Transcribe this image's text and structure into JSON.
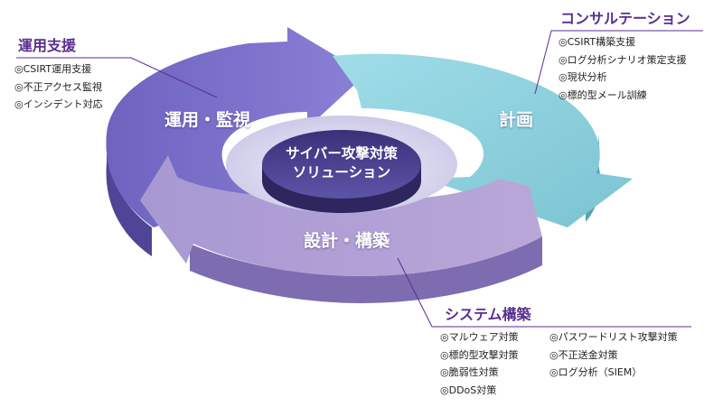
{
  "center": {
    "line1": "サイバー攻撃対策",
    "line2": "ソリューション"
  },
  "phases": {
    "operation": "運用・監視",
    "planning": "計画",
    "design": "設計・構築"
  },
  "groups": {
    "operation_support": {
      "title": "運用支援",
      "items": [
        "◎CSIRT運用支援",
        "◎不正アクセス監視",
        "◎インシデント対応"
      ]
    },
    "consulting": {
      "title": "コンサルテーション",
      "items": [
        "◎CSIRT構築支援",
        "◎ログ分析シナリオ策定支援",
        "◎現状分析",
        "◎標的型メール訓練"
      ]
    },
    "system_build": {
      "title": "システム構築",
      "items_left": [
        "◎マルウェア対策",
        "◎標的型攻撃対策",
        "◎脆弱性対策",
        "◎DDoS対策"
      ],
      "items_right": [
        "◎パスワードリスト攻撃対策",
        "◎不正送金対策",
        "◎ログ分析（SIEM）"
      ]
    }
  },
  "colors": {
    "operation": "#7b72c9",
    "planning": "#8fd0dc",
    "design": "#a99ad0",
    "hub": "#4a3f8f",
    "heading": "#5a2e90"
  }
}
